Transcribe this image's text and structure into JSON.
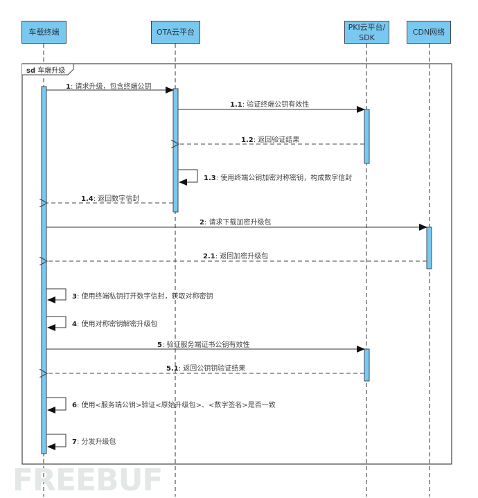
{
  "lifelines": [
    {
      "id": "vehicle",
      "label": "车载终端"
    },
    {
      "id": "ota",
      "label": "OTA云平台"
    },
    {
      "id": "pki",
      "label": "PKI云平台/\nSDK"
    },
    {
      "id": "cdn",
      "label": "CDN网络"
    }
  ],
  "frame": {
    "keyword": "sd",
    "title": "车端升级"
  },
  "messages": [
    {
      "num": "1",
      "text": "请求升级，包含终端公钥",
      "from": "vehicle",
      "to": "ota",
      "kind": "sync"
    },
    {
      "num": "1.1",
      "text": "验证终端公钥有效性",
      "from": "ota",
      "to": "pki",
      "kind": "sync"
    },
    {
      "num": "1.2",
      "text": "返回验证结果",
      "from": "pki",
      "to": "ota",
      "kind": "reply"
    },
    {
      "num": "1.3",
      "text": "使用终端公钥加密对称密钥，构成数字信封",
      "from": "ota",
      "to": "ota",
      "kind": "self"
    },
    {
      "num": "1.4",
      "text": "返回数字信封",
      "from": "ota",
      "to": "vehicle",
      "kind": "reply"
    },
    {
      "num": "2",
      "text": "请求下载加密升级包",
      "from": "vehicle",
      "to": "cdn",
      "kind": "sync"
    },
    {
      "num": "2.1",
      "text": "返回加密升级包",
      "from": "cdn",
      "to": "vehicle",
      "kind": "reply"
    },
    {
      "num": "3",
      "text": "使用终端私钥打开数字信封，获取对称密钥",
      "from": "vehicle",
      "to": "vehicle",
      "kind": "self"
    },
    {
      "num": "4",
      "text": "使用对称密钥解密升级包",
      "from": "vehicle",
      "to": "vehicle",
      "kind": "self"
    },
    {
      "num": "5",
      "text": "验证服务端证书公钥有效性",
      "from": "vehicle",
      "to": "pki",
      "kind": "sync"
    },
    {
      "num": "5.1",
      "text": "返回公钥钥验证结果",
      "from": "pki",
      "to": "vehicle",
      "kind": "reply"
    },
    {
      "num": "6",
      "text": "使用<服务端公钥>验证<原始升级包>、<数字签名>是否一致",
      "from": "vehicle",
      "to": "vehicle",
      "kind": "self"
    },
    {
      "num": "7",
      "text": "分发升级包",
      "from": "vehicle",
      "to": "vehicle",
      "kind": "self"
    }
  ],
  "watermark": "FREEBUF",
  "colors": {
    "activation": "#79c8ef",
    "line": "#333333"
  }
}
